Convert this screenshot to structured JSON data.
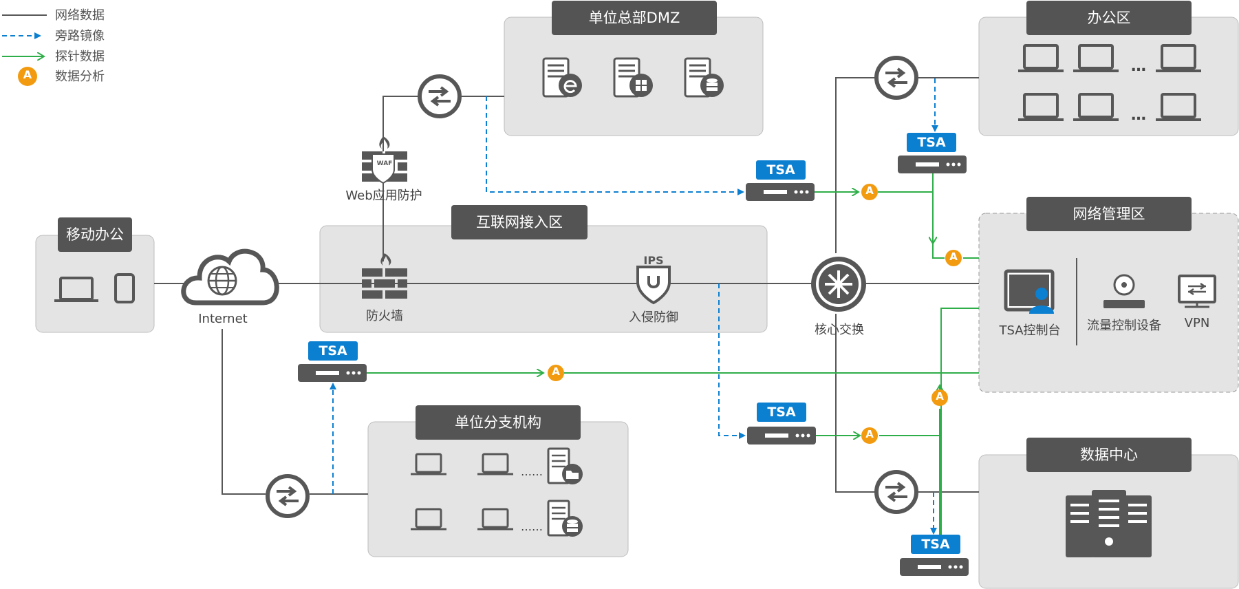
{
  "legend": [
    {
      "label": "网络数据",
      "style": "solid-gray"
    },
    {
      "label": "旁路镜像",
      "style": "dashed-blue-arrow"
    },
    {
      "label": "探针数据",
      "style": "solid-green-arrow"
    },
    {
      "label": "数据分析",
      "style": "orange-circle-A"
    }
  ],
  "zones": {
    "dmz": "单位总部DMZ",
    "office": "办公区",
    "network_mgmt": "网络管理区",
    "internet_access": "互联网接入区",
    "mobile": "移动办公",
    "branch": "单位分支机构",
    "datacenter": "数据中心"
  },
  "labels": {
    "waf": "Web应用防护",
    "waf_badge": "WAF",
    "internet": "Internet",
    "firewall": "防火墙",
    "ips": "入侵防御",
    "ips_badge": "IPS",
    "core": "核心交换",
    "tsa_console": "TSA控制台",
    "flow_control": "流量控制设备",
    "vpn": "VPN",
    "ellipsis": "…",
    "dots": "……",
    "analysis_mark": "A"
  },
  "tsa_label": "TSA",
  "colors": {
    "gray": "#575757",
    "zone_fill": "#e4e4e4",
    "blue": "#0b7fd0",
    "green": "#2eae48",
    "orange": "#f29b10"
  }
}
